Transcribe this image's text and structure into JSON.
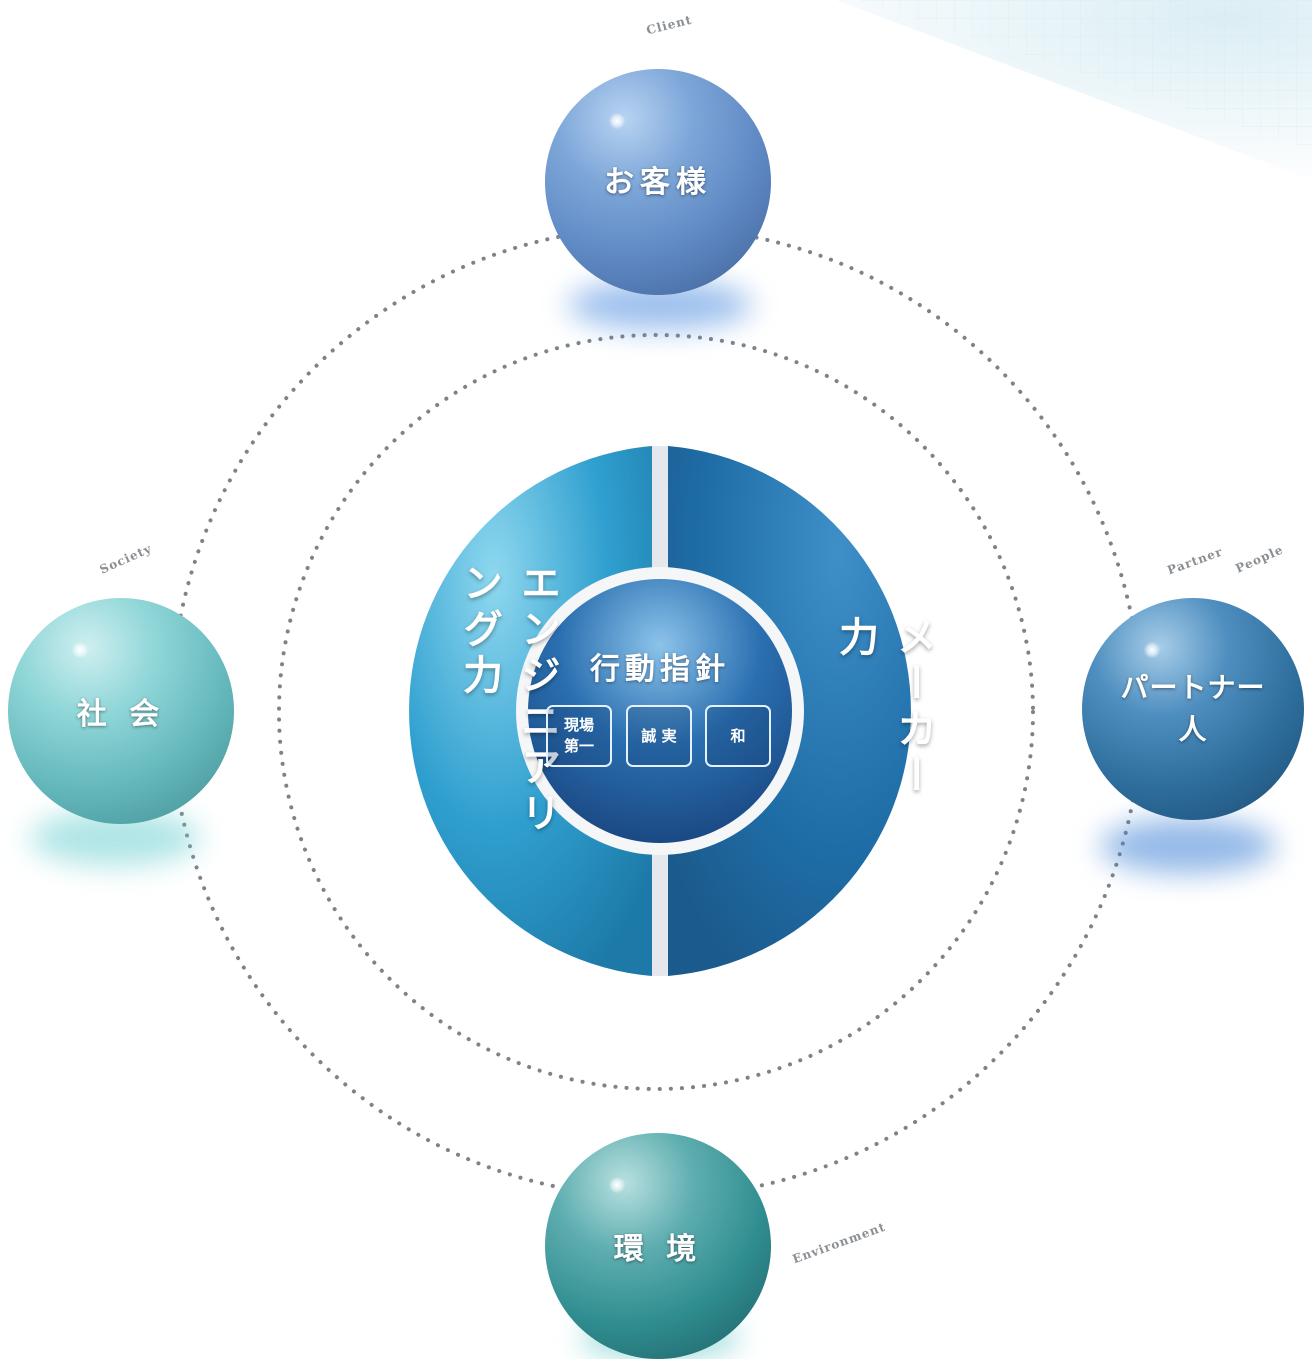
{
  "nodes": {
    "client": {
      "label": "お客様",
      "en": "Client"
    },
    "society": {
      "label": "社 会",
      "en": "Society"
    },
    "partner": {
      "label_line1": "パートナー",
      "label_line2": "人",
      "en1": "Partner",
      "en2": "People"
    },
    "environment": {
      "label": "環 境",
      "en": "Environment"
    }
  },
  "center": {
    "left_label": "エンジニアリング力",
    "right_label": "メーカー力",
    "core_title": "行動指針",
    "principles": [
      {
        "line1": "現場",
        "line2": "第一"
      },
      {
        "line1": "誠 実",
        "line2": ""
      },
      {
        "line1": "和",
        "line2": ""
      }
    ]
  },
  "colors": {
    "client": "#5f89c4",
    "society": "#6cc2c6",
    "partner": "#2e6e9c",
    "environment": "#2f8d8f",
    "left_half": "#2f9fcf",
    "right_half": "#1f6ea8",
    "core": "#1c5a9c"
  }
}
